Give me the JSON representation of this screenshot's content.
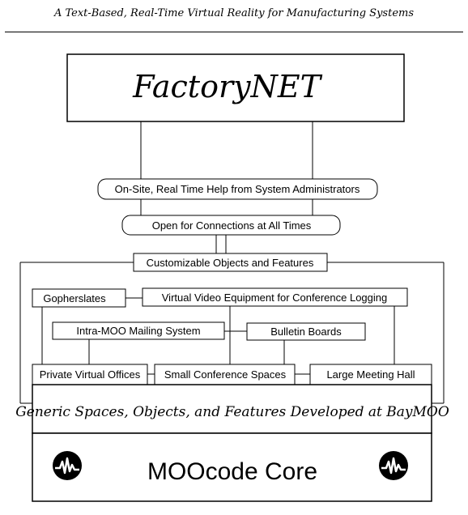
{
  "header": {
    "title": "A Text-Based, Real-Time Virtual Reality for Manufacturing Systems"
  },
  "diagram": {
    "top_box": "FactoryNET",
    "help_box": "On-Site, Real Time Help from  System Administrators",
    "open_box": "Open for Connections at All Times",
    "custom_box": "Customizable Objects and Features",
    "gopherslates": "Gopherslates",
    "video": "Virtual Video Equipment  for Conference Logging",
    "mailing": "Intra-MOO Mailing  System",
    "bulletin": "Bulletin Boards",
    "private_offices": "Private Virtual Offices",
    "small_conf": "Small Conference Spaces",
    "large_hall": "Large Meeting Hall",
    "generic": "Generic Spaces, Objects, and Features Developed at BayMOO",
    "core": "MOOcode Core",
    "logo_icon": "waveform-logo-icon"
  }
}
